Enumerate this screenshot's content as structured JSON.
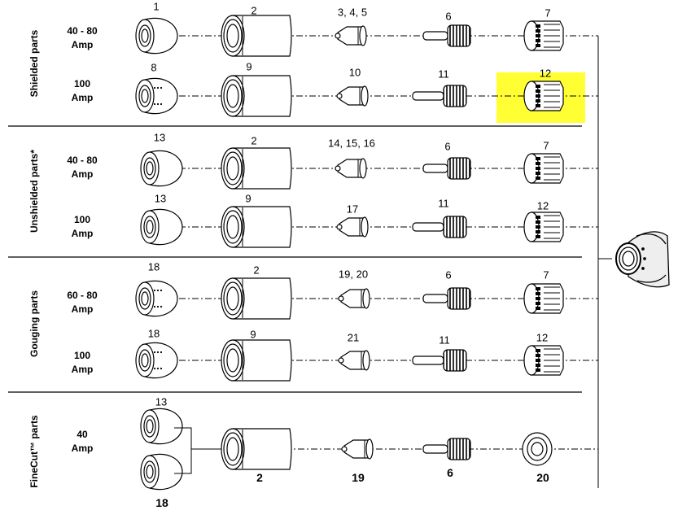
{
  "sections": [
    {
      "label": "Shielded  parts",
      "rows": [
        {
          "amp": "40 - 80\nAmp"
        },
        {
          "amp": "100\nAmp"
        }
      ]
    },
    {
      "label": "Unshielded parts*",
      "rows": [
        {
          "amp": "40 - 80\nAmp"
        },
        {
          "amp": "100\nAmp"
        }
      ]
    },
    {
      "label": "Gouging parts",
      "rows": [
        {
          "amp": "60 - 80\nAmp"
        },
        {
          "amp": "100\nAmp"
        }
      ]
    },
    {
      "label": "FineCut™ parts",
      "rows": [
        {
          "amp": "40\nAmp"
        }
      ]
    }
  ],
  "part_numbers": {
    "r1": [
      "1",
      "2",
      "3, 4, 5",
      "6",
      "7"
    ],
    "r2": [
      "8",
      "9",
      "10",
      "11",
      "12"
    ],
    "r3": [
      "13",
      "2",
      "14, 15, 16",
      "6",
      "7"
    ],
    "r4": [
      "13",
      "9",
      "17",
      "11",
      "12"
    ],
    "r5": [
      "18",
      "2",
      "19, 20",
      "6",
      "7"
    ],
    "r6": [
      "18",
      "9",
      "21",
      "11",
      "12"
    ],
    "r7": [
      "13",
      "18",
      "2",
      "19",
      "6",
      "20"
    ]
  },
  "highlighted_part": "12",
  "colors": {
    "highlight": "#ffff33",
    "line": "#000000"
  }
}
